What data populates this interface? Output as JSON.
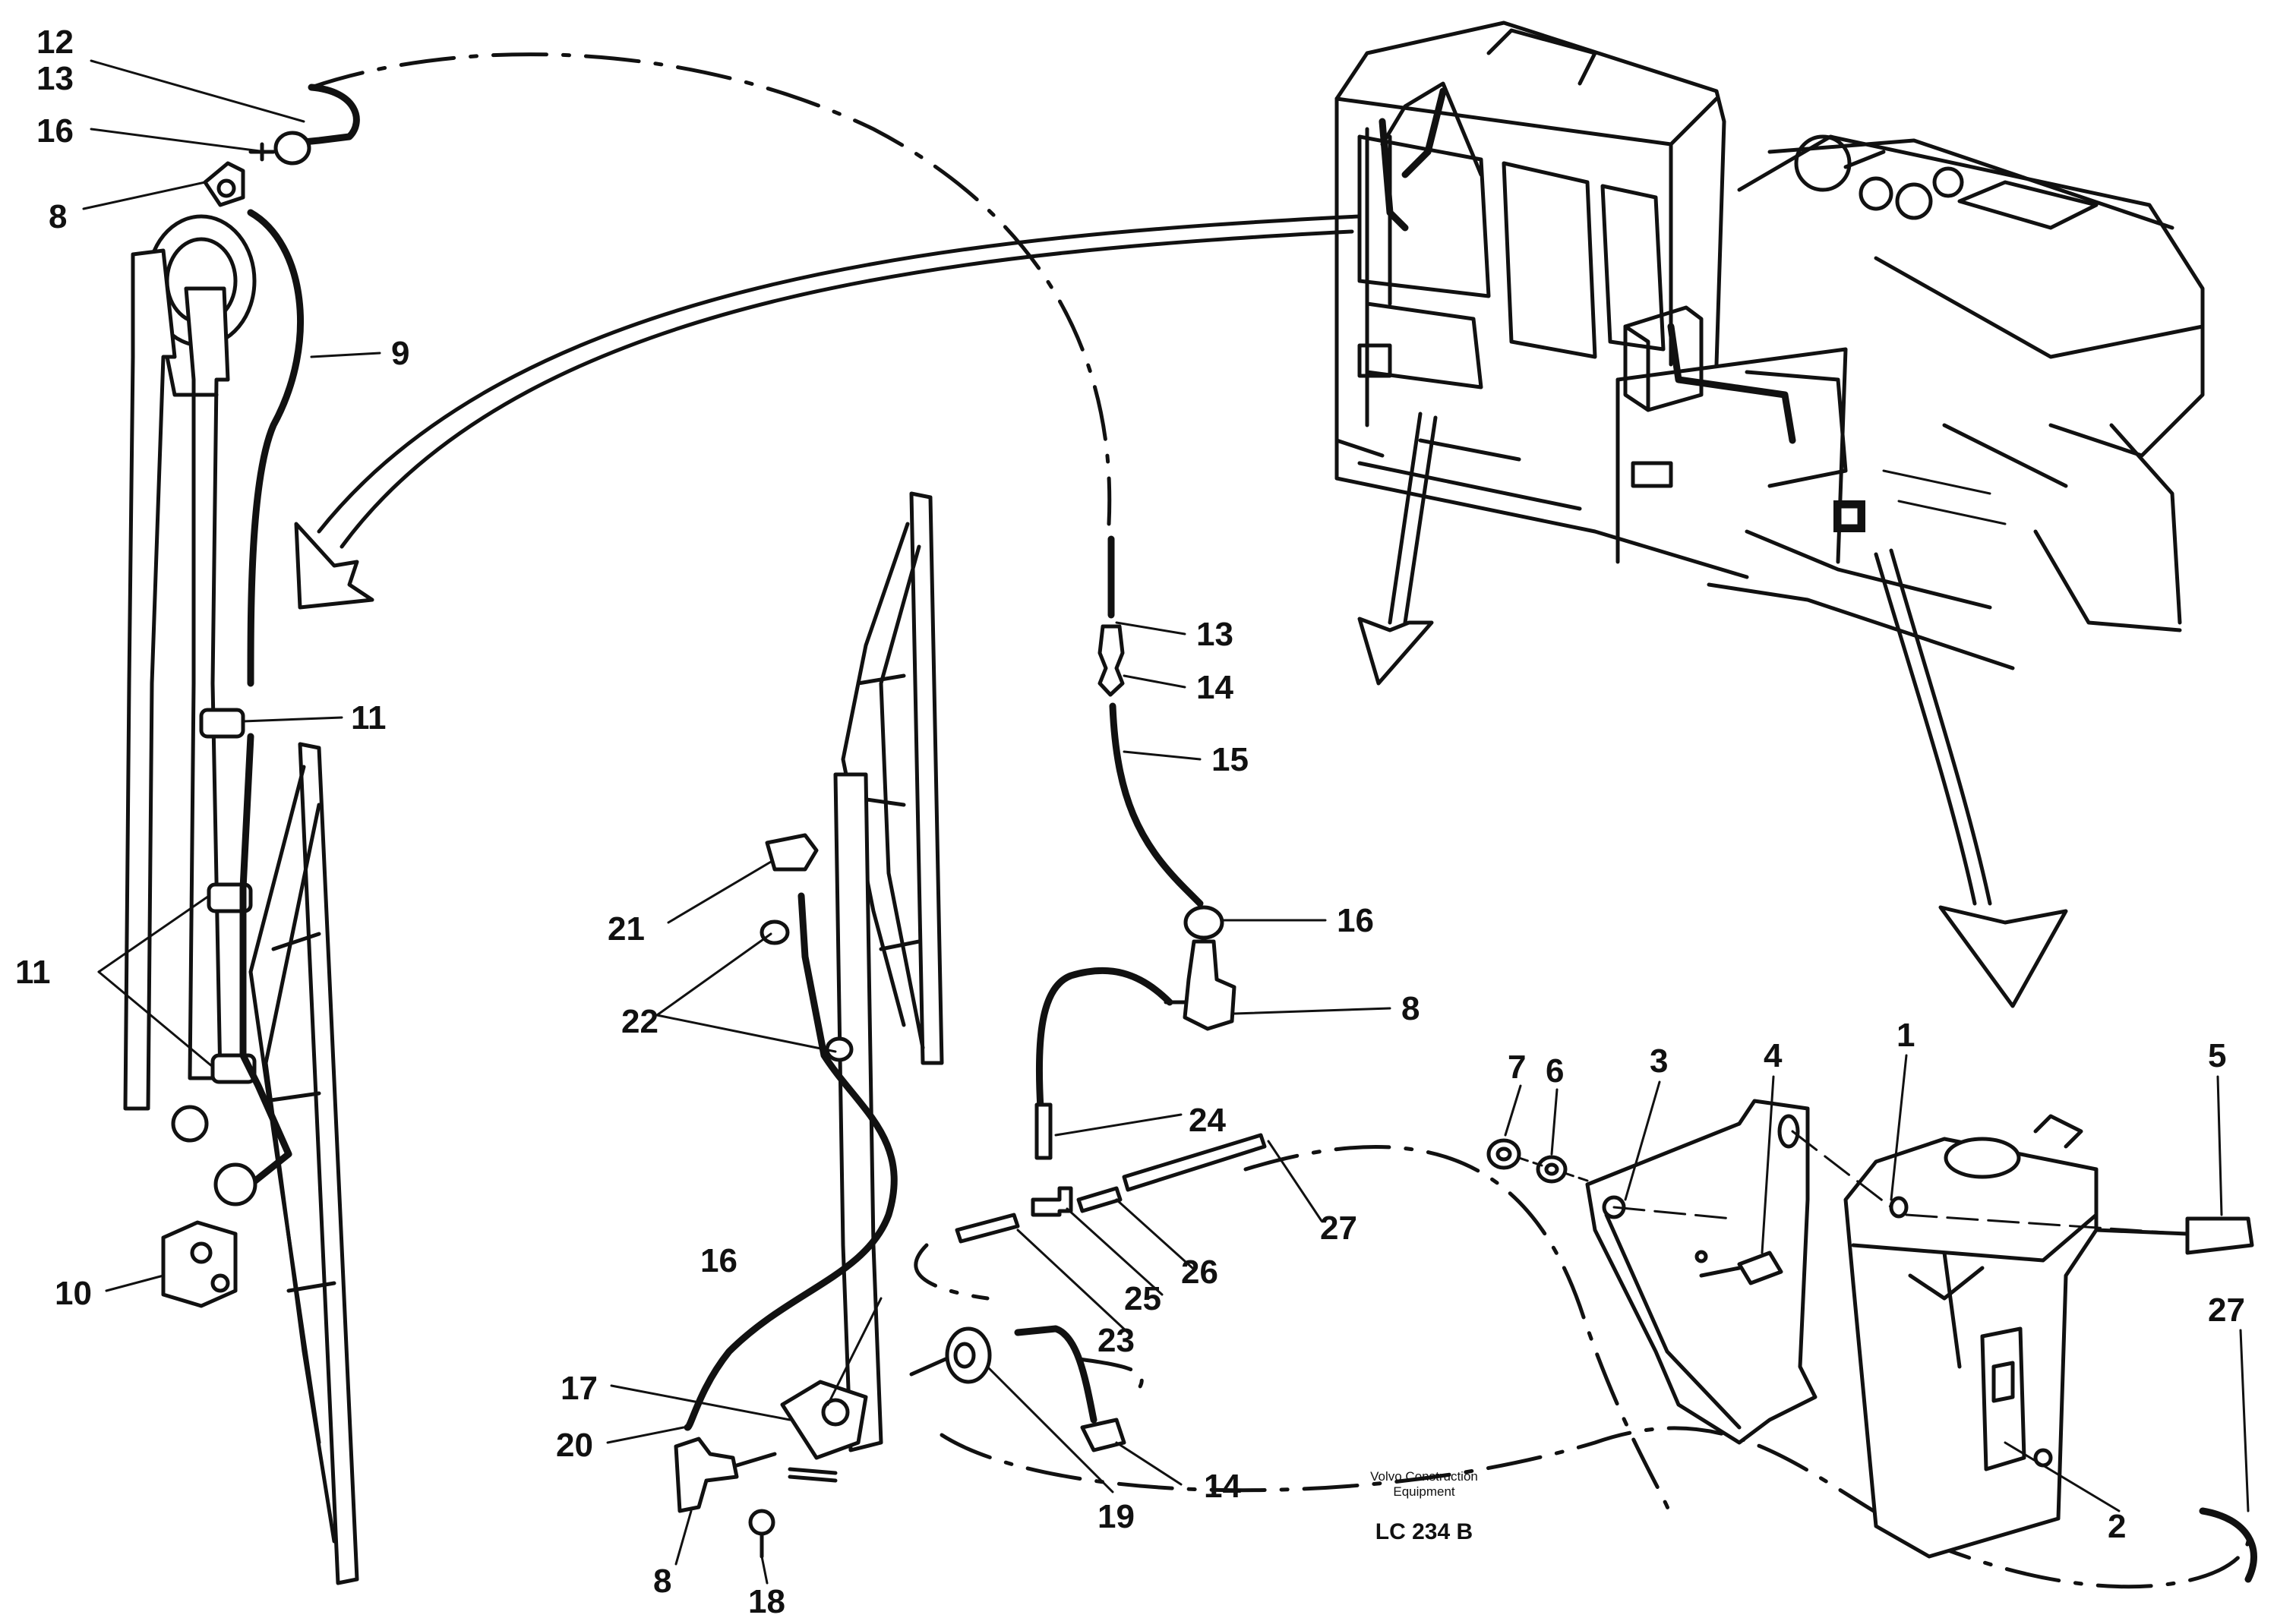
{
  "callouts": {
    "c12": "12",
    "c13a": "13",
    "c16a": "16",
    "c8a": "8",
    "c9": "9",
    "c11a": "11",
    "c11b": "11",
    "c10": "10",
    "c13b": "13",
    "c14a": "14",
    "c15": "15",
    "c16b": "16",
    "c8b": "8",
    "c21": "21",
    "c22": "22",
    "c24": "24",
    "c27a": "27",
    "c16c": "16",
    "c17": "17",
    "c20": "20",
    "c8c": "8",
    "c18": "18",
    "c19": "19",
    "c14b": "14",
    "c23": "23",
    "c25": "25",
    "c26": "26",
    "c7": "7",
    "c6": "6",
    "c3": "3",
    "c4": "4",
    "c1": "1",
    "c5": "5",
    "c2": "2",
    "c27b": "27"
  },
  "caption": {
    "company_line1": "Volvo Construction",
    "company_line2": "Equipment",
    "drawing_code": "LC 234 B"
  }
}
